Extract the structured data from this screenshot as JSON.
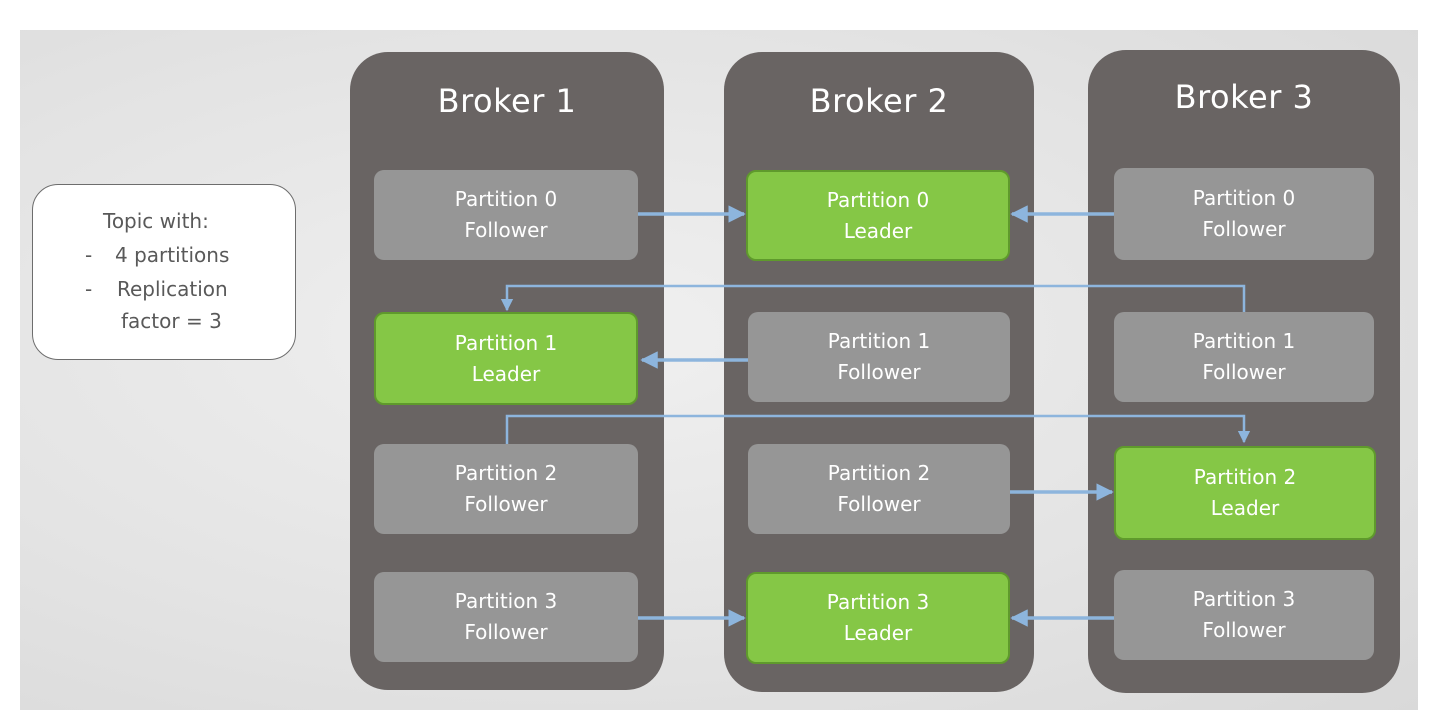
{
  "topic": {
    "heading": "Topic with:",
    "bullets": [
      {
        "marker": "-",
        "text": "4 partitions"
      },
      {
        "marker": "-",
        "text": "Replication"
      }
    ],
    "continuation": "factor = 3"
  },
  "brokers": [
    {
      "title": "Broker 1",
      "partitions": [
        {
          "name": "Partition 0",
          "role": "Follower"
        },
        {
          "name": "Partition 1",
          "role": "Leader"
        },
        {
          "name": "Partition 2",
          "role": "Follower"
        },
        {
          "name": "Partition 3",
          "role": "Follower"
        }
      ]
    },
    {
      "title": "Broker 2",
      "partitions": [
        {
          "name": "Partition 0",
          "role": "Leader"
        },
        {
          "name": "Partition 1",
          "role": "Follower"
        },
        {
          "name": "Partition 2",
          "role": "Follower"
        },
        {
          "name": "Partition 3",
          "role": "Leader"
        }
      ]
    },
    {
      "title": "Broker 3",
      "partitions": [
        {
          "name": "Partition 0",
          "role": "Follower"
        },
        {
          "name": "Partition 1",
          "role": "Follower"
        },
        {
          "name": "Partition 2",
          "role": "Leader"
        },
        {
          "name": "Partition 3",
          "role": "Follower"
        }
      ]
    }
  ],
  "colors": {
    "broker": "#696463",
    "follower": "#969696",
    "leader": "#85c746",
    "arrow": "#8db5dd"
  }
}
